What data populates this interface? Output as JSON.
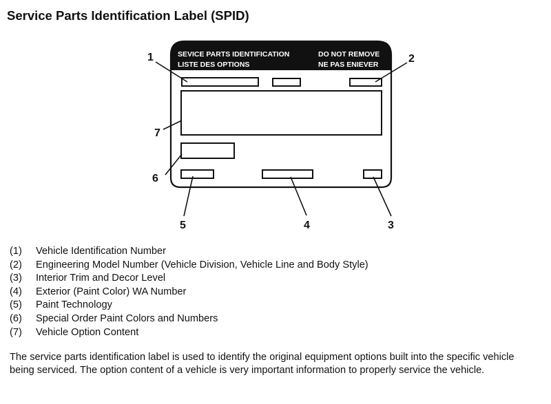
{
  "title": "Service Parts Identification Label (SPID)",
  "label": {
    "header_left_line1": "SEVICE PARTS IDENTIFICATION",
    "header_left_line2": "LISTE DES OPTIONS",
    "header_right_line1": "DO NOT REMOVE",
    "header_right_line2": "NE PAS ENIEVER"
  },
  "callouts": [
    "1",
    "2",
    "3",
    "4",
    "5",
    "6",
    "7"
  ],
  "legend": [
    {
      "num": "(1)",
      "text": "Vehicle Identification Number"
    },
    {
      "num": "(2)",
      "text": "Engineering Model Number (Vehicle Division, Vehicle Line and Body Style)"
    },
    {
      "num": "(3)",
      "text": "Interior Trim and Decor Level"
    },
    {
      "num": "(4)",
      "text": "Exterior (Paint Color) WA Number"
    },
    {
      "num": "(5)",
      "text": "Paint Technology"
    },
    {
      "num": "(6)",
      "text": "Special Order Paint Colors and Numbers"
    },
    {
      "num": "(7)",
      "text": "Vehicle Option Content"
    }
  ],
  "description": "The service parts identification label is used to identify the original equipment options built into the specific vehicle being serviced. The option content of a vehicle is very important information to properly service the vehicle."
}
